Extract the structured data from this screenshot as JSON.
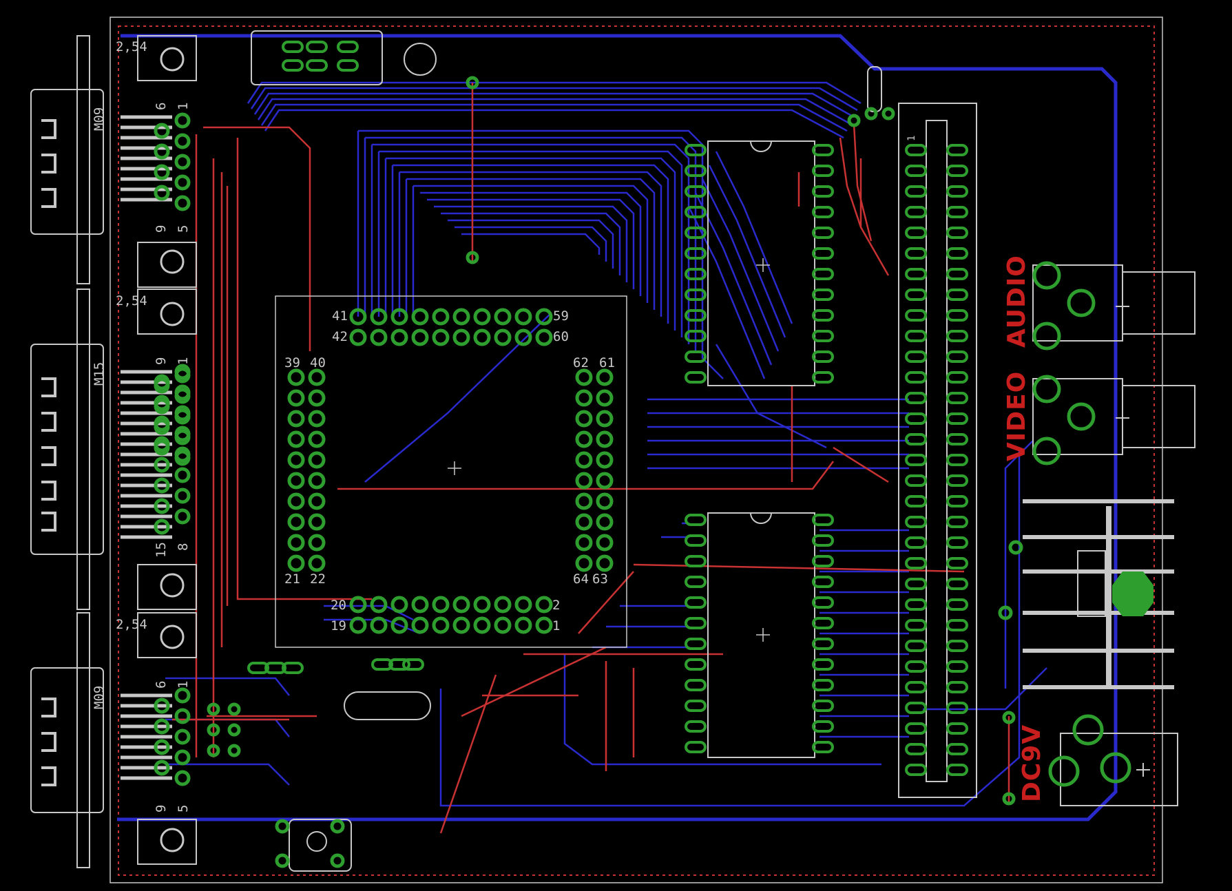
{
  "board": {
    "colors": {
      "background": "#000000",
      "bottom_trace": "#2a2acc",
      "top_trace": "#c83232",
      "pad": "#2e9e2e",
      "silkscreen": "#c8c8c8",
      "label": "#c81e1e",
      "dimension": "#c8c8c8"
    },
    "connectors": [
      {
        "name": "M09",
        "pitch": "2,54",
        "pin_first": "6",
        "pin_second": "1",
        "pin_end_a": "9",
        "pin_end_b": "5"
      },
      {
        "name": "M15",
        "pitch": "2,54",
        "pin_first": "9",
        "pin_second": "1",
        "pin_end_a": "15",
        "pin_end_b": "8"
      },
      {
        "name": "M09",
        "pitch": "2,54",
        "pin_first": "6",
        "pin_second": "1",
        "pin_end_a": "9",
        "pin_end_b": "5"
      }
    ],
    "socket_pins": {
      "p41": "41",
      "p42": "42",
      "p59": "59",
      "p60": "60",
      "p39": "39",
      "p40": "40",
      "p62": "62",
      "p61": "61",
      "p21": "21",
      "p22": "22",
      "p64": "64",
      "p63": "63",
      "p20": "20",
      "p19": "19",
      "p2": "2",
      "p1": "1"
    },
    "header_pin_one": "1",
    "labels": {
      "audio": "AUDIO",
      "video": "VIDEO",
      "power": "DC9V"
    }
  }
}
